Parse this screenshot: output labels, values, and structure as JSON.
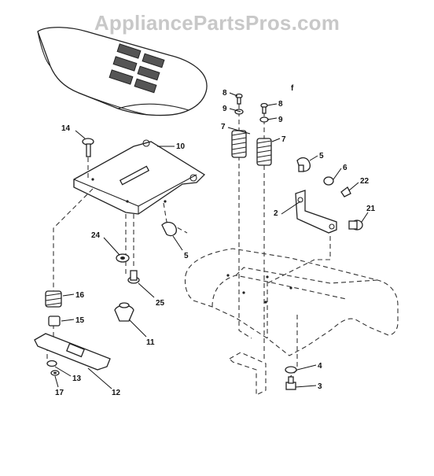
{
  "watermark": "AppliancePartsPros.com",
  "callouts": {
    "c2": "2",
    "c3": "3",
    "c4": "4",
    "c5a": "5",
    "c5b": "5",
    "c6": "6",
    "c7a": "7",
    "c7b": "7",
    "c8a": "8",
    "c8b": "8",
    "c9a": "9",
    "c9b": "9",
    "c10": "10",
    "c11": "11",
    "c12": "12",
    "c13": "13",
    "c14": "14",
    "c15": "15",
    "c16": "16",
    "c17": "17",
    "c21": "21",
    "c22": "22",
    "c24": "24",
    "c25": "25",
    "cf": "f"
  }
}
